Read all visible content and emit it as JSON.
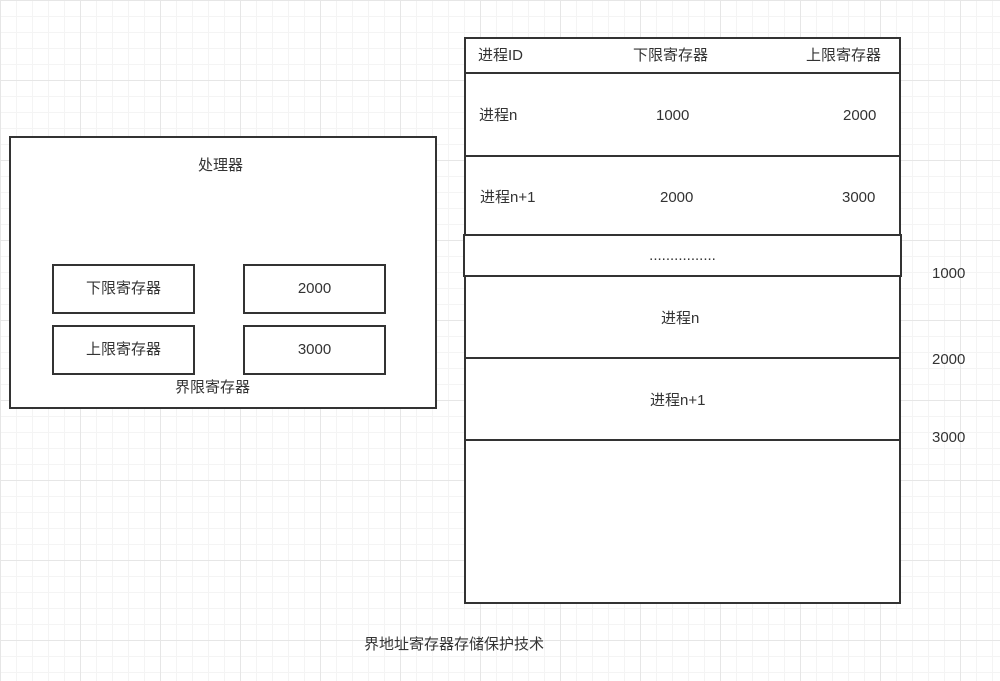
{
  "processor": {
    "title": "处理器",
    "lower_label": "下限寄存器",
    "lower_value": "2000",
    "upper_label": "上限寄存器",
    "upper_value": "3000",
    "caption": "界限寄存器"
  },
  "table": {
    "headers": [
      "进程ID",
      "下限寄存器",
      "上限寄存器"
    ],
    "rows": [
      [
        "进程n",
        "1000",
        "2000"
      ],
      [
        "进程n+1",
        "2000",
        "3000"
      ]
    ]
  },
  "memory": {
    "ellipsis": "................",
    "segments": [
      "进程n",
      "进程n+1"
    ],
    "addresses": [
      "1000",
      "2000",
      "3000"
    ]
  },
  "caption": "界地址寄存器存储保护技术"
}
